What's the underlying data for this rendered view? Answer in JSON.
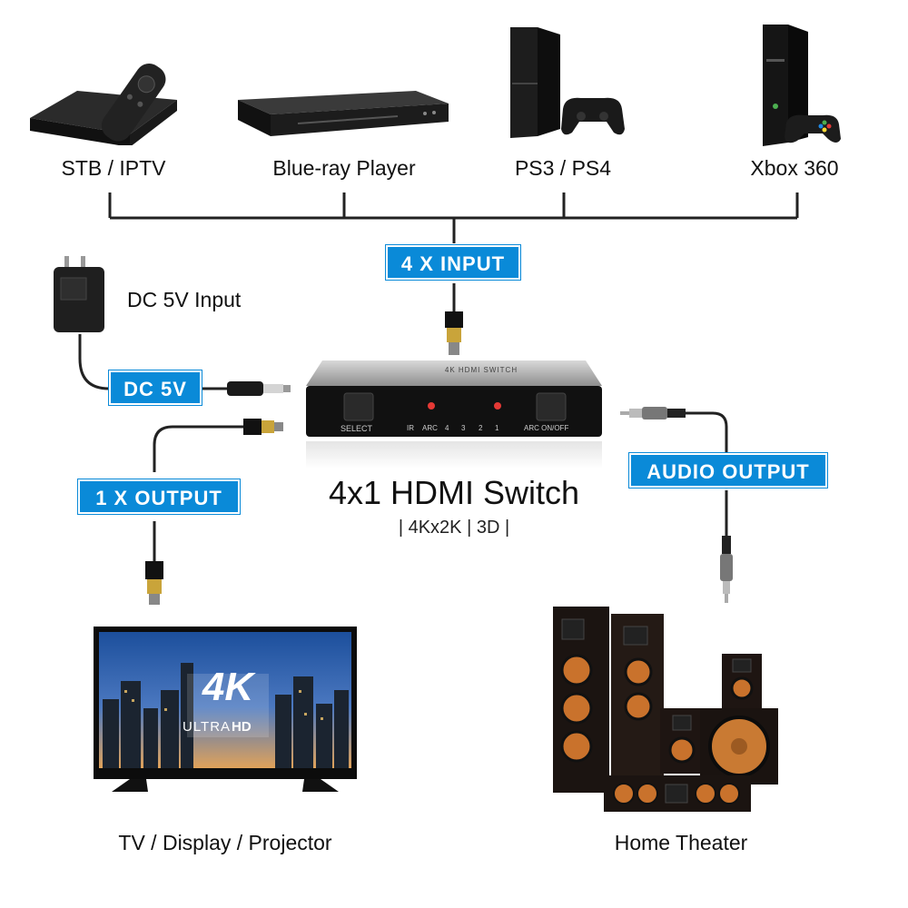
{
  "devices": {
    "stb": "STB / IPTV",
    "bluray": "Blue-ray Player",
    "ps": "PS3 / PS4",
    "xbox": "Xbox 360",
    "dc_input": "DC 5V Input",
    "tv": "TV / Display / Projector",
    "home_theater": "Home Theater"
  },
  "tags": {
    "input": "4 X INPUT",
    "dc": "DC 5V",
    "output": "1 X OUTPUT",
    "audio": "AUDIO OUTPUT"
  },
  "switch": {
    "title": "4x1 HDMI Switch",
    "subtitle": "| 4Kx2K | 3D |",
    "panel_select": "SELECT",
    "panel_ir": "IR",
    "panel_arc": "ARC",
    "panel_4": "4",
    "panel_3": "3",
    "panel_2": "2",
    "panel_1": "1",
    "panel_arc_onoff": "ARC ON/OFF",
    "top_logo": "4K HDMI SWITCH"
  },
  "tv_screen": {
    "logo_big": "4K",
    "logo_small_a": "ULTRA",
    "logo_small_b": "HD"
  },
  "colors": {
    "accent": "#0a8ad8",
    "wire": "#222222"
  }
}
